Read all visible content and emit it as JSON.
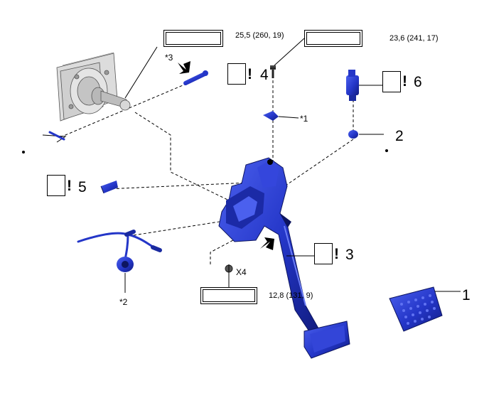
{
  "callouts": {
    "n1": "1",
    "n2": "2",
    "n3": "3",
    "n4": "4",
    "n5": "5",
    "n6": "6"
  },
  "torque_specs": {
    "bolt_4": "25,5 (260, 19)",
    "switch_6": "23,6 (241, 17)",
    "nut_x4": "12,8 (131, 9)"
  },
  "notes": {
    "star1": "*1",
    "star2": "*2",
    "star3": "*3",
    "x4": "X4"
  },
  "symbols": {
    "caution": "!"
  },
  "colors": {
    "part_blue": "#2436c8",
    "part_dark": "#101a7a",
    "part_light": "#5a6ef0",
    "line": "#000000",
    "bracket_grey": "#c9c9c9"
  }
}
